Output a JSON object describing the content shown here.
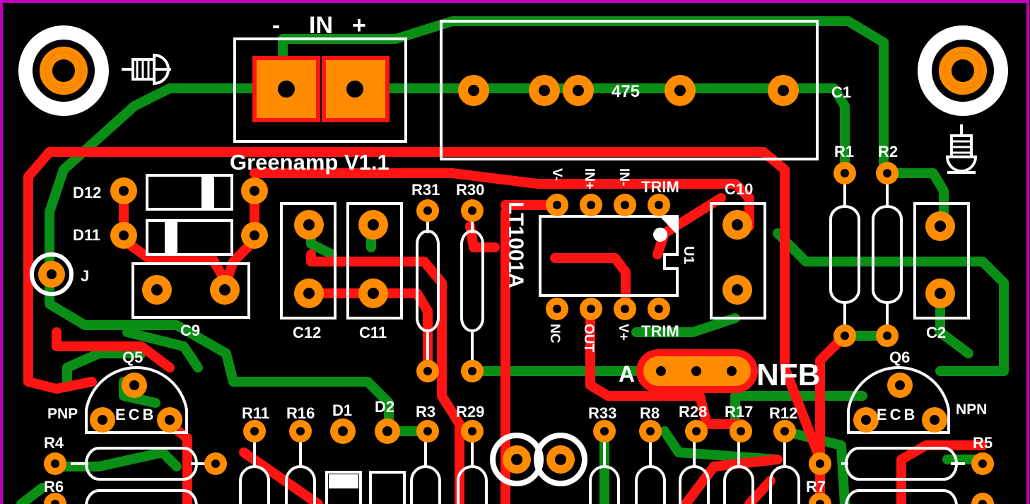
{
  "board": {
    "title": "Greenamp V1.1",
    "connector": {
      "minus": "-",
      "in": "IN",
      "plus": "+"
    },
    "cap_value": "475",
    "ic_part": "LT1001A",
    "colors": {
      "background": "#000000",
      "top_copper": "#ff1414",
      "bottom_copper": "#0a8f16",
      "pad": "#ff8c00",
      "silkscreen": "#ffffff",
      "border": "#c000c0"
    }
  },
  "labels": {
    "C1": "C1",
    "R1": "R1",
    "R2": "R2",
    "C2": "C2",
    "C10": "C10",
    "D12": "D12",
    "D11": "D11",
    "J": "J",
    "C9": "C9",
    "C12": "C12",
    "C11": "C11",
    "R31": "R31",
    "R30": "R30",
    "U1": "U1",
    "Q5": "Q5",
    "Q6": "Q6",
    "PNP": "PNP",
    "NPN": "NPN",
    "ECB": "ECB",
    "R4": "R4",
    "R6": "R6",
    "R5": "R5",
    "R7": "R7",
    "R11": "R11",
    "R16": "R16",
    "D1": "D1",
    "D2": "D2",
    "R3": "R3",
    "R29": "R29",
    "R33": "R33",
    "R8": "R8",
    "R28": "R28",
    "R17": "R17",
    "R12": "R12",
    "A": "A",
    "NFB": "NFB"
  },
  "ic_pins": {
    "v_minus": "V-",
    "in_plus": "IN+",
    "in_minus": "IN-",
    "trim_top": "TRIM",
    "nc": "NC",
    "out": "OUT",
    "v_plus": "V+",
    "trim_bottom": "TRIM"
  }
}
